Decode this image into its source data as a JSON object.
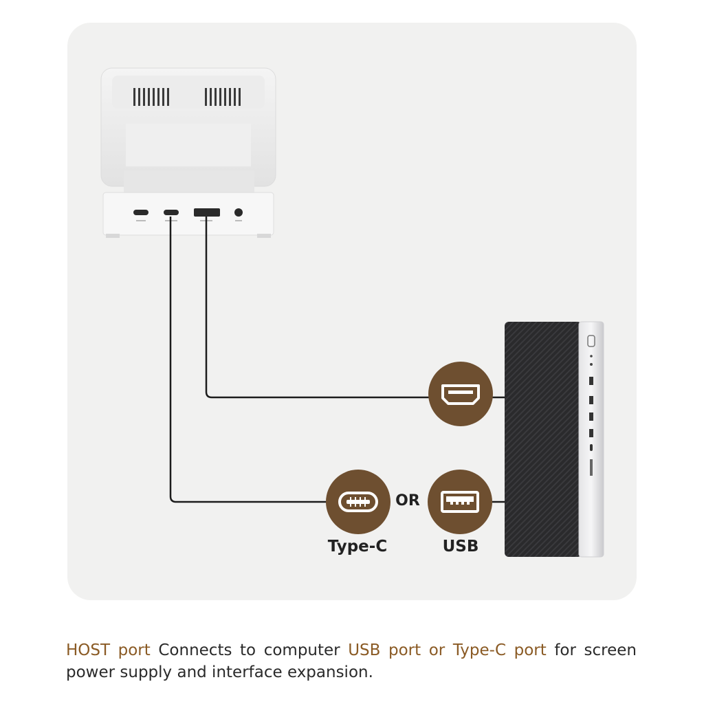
{
  "labels": {
    "type_c": "Type-C",
    "or": "OR",
    "usb": "USB"
  },
  "caption": {
    "highlight_1": "HOST port",
    "text_1": " Connects to computer ",
    "highlight_2": "USB port or Type-C port",
    "text_2": " for screen power supply and interface expansion."
  },
  "colors": {
    "accent": "#8a5a24",
    "badge": "#6e4f30",
    "panel_bg": "#f1f1f0",
    "cable": "#1c1c1c",
    "tower": "#2b2b2d"
  },
  "icons": [
    "hdmi-port-icon",
    "type-c-port-icon",
    "usb-port-icon"
  ]
}
